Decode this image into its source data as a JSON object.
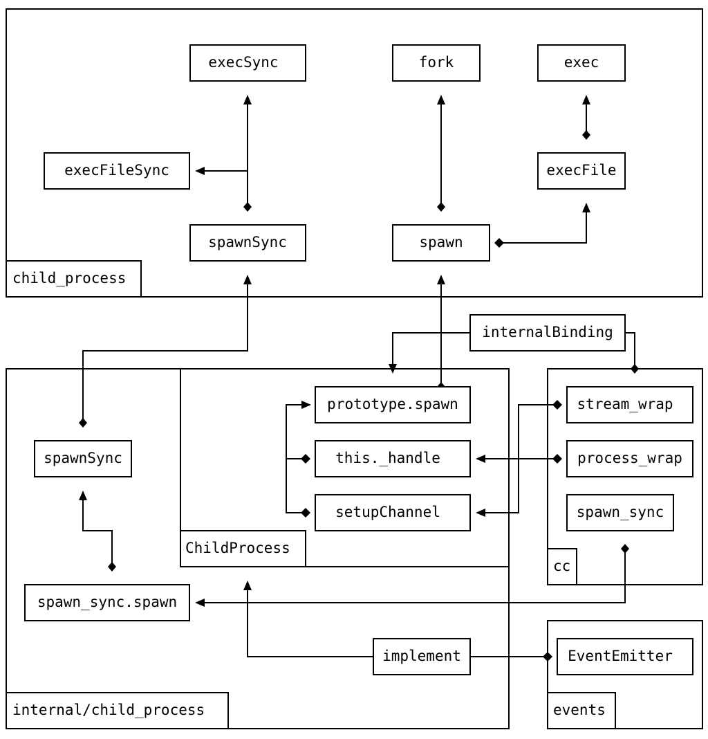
{
  "modules": {
    "child_process": "child_process",
    "internal_child_process": "internal/child_process",
    "child_process_class": "ChildProcess",
    "cc": "cc",
    "events": "events"
  },
  "nodes": {
    "execSync": "execSync",
    "fork": "fork",
    "exec": "exec",
    "execFileSync": "execFileSync",
    "execFile": "execFile",
    "spawnSync": "spawnSync",
    "spawn": "spawn",
    "internalBinding": "internalBinding",
    "prototype_spawn": "prototype.spawn",
    "this_handle": "this._handle",
    "setupChannel": "setupChannel",
    "stream_wrap": "stream_wrap",
    "process_wrap": "process_wrap",
    "spawn_sync": "spawn_sync",
    "internal_spawnSync": "spawnSync",
    "spawn_sync_spawn": "spawn_sync.spawn",
    "implement": "implement",
    "EventEmitter": "EventEmitter"
  }
}
